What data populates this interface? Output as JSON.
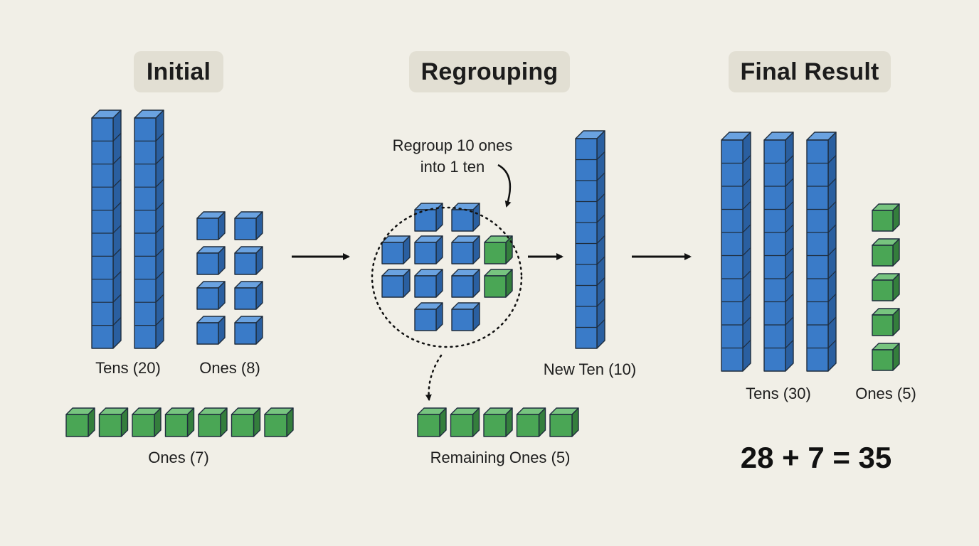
{
  "panels": {
    "initial": {
      "title": "Initial",
      "tens_label": "Tens (20)",
      "ones_label": "Ones (8)",
      "extra_ones_label": "Ones (7)"
    },
    "regrouping": {
      "title": "Regrouping",
      "callout_line1": "Regroup 10 ones",
      "callout_line2": "into 1 ten",
      "new_ten_label": "New Ten (10)",
      "remaining_label": "Remaining Ones (5)"
    },
    "final": {
      "title": "Final Result",
      "tens_label": "Tens (30)",
      "ones_label": "Ones (5)",
      "equation": "28 + 7 = 35"
    }
  },
  "quantities": {
    "initial_ten_rods": 2,
    "initial_ones_cubes": 8,
    "added_ones_cubes": 7,
    "regroup_blue_cubes": 10,
    "regroup_green_cubes": 2,
    "remaining_ones_cubes": 5,
    "final_ten_rods": 3,
    "final_ones_cubes": 5
  },
  "colors": {
    "background": "#f1efe7",
    "tens_blue": "#3a7bc8",
    "ones_green": "#4aa655",
    "heading_bg": "#e2dfd3",
    "outline": "#1f2d3d"
  }
}
